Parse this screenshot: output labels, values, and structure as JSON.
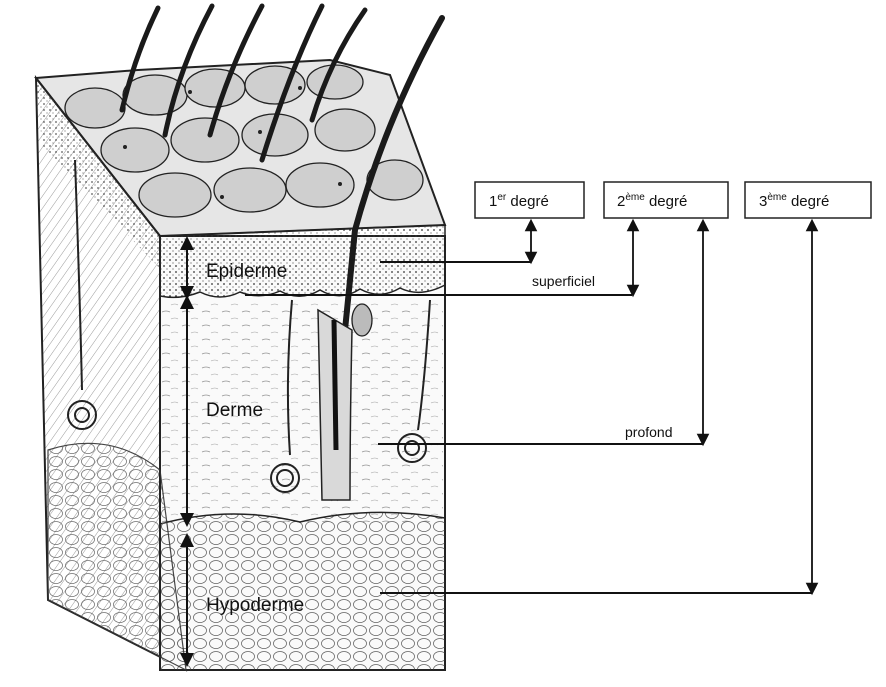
{
  "layers": {
    "epidermis": "Epiderme",
    "dermis": "Derme",
    "hypodermis": "Hypoderme"
  },
  "degrees": {
    "first": {
      "num": "1",
      "sup": "er",
      "word": " degré"
    },
    "second": {
      "num": "2",
      "sup": "ème",
      "word": " degré"
    },
    "third": {
      "num": "3",
      "sup": "ème",
      "word": " degré"
    }
  },
  "sublabels": {
    "superficial": "superficiel",
    "deep": "profond"
  },
  "colors": {
    "ink": "#111111",
    "paper": "#ffffff",
    "shade": "#d8d8d8"
  }
}
